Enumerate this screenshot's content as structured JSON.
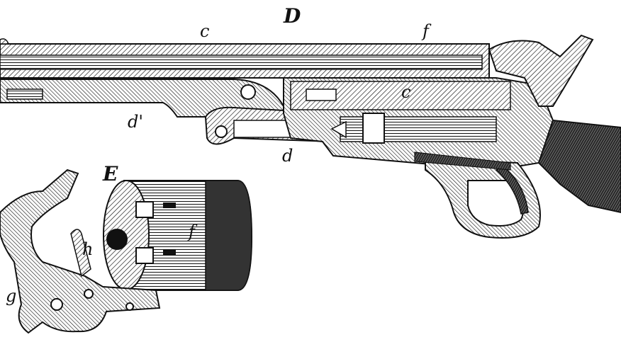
{
  "figure": {
    "labels": {
      "D": "D",
      "E": "E",
      "c_top": "c",
      "c_inner": "c",
      "f_top": "f",
      "f_cylinder": "f",
      "d_prime": "d'",
      "d": "d",
      "h": "h",
      "g": "g"
    },
    "colors": {
      "ink": "#111111",
      "paper": "#ffffff",
      "shade": "#3a3a3a"
    }
  }
}
